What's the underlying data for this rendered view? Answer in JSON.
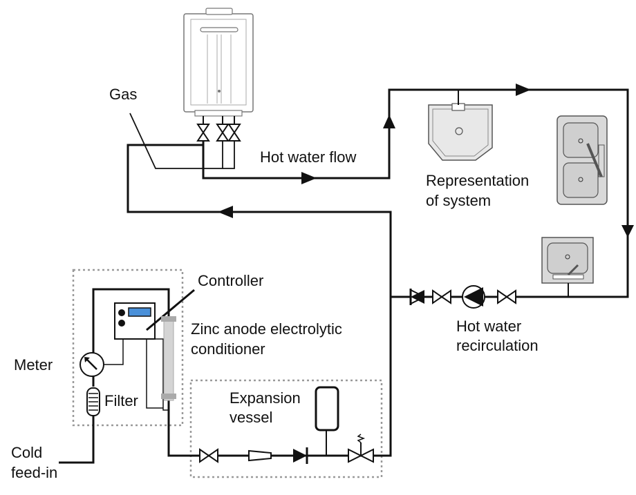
{
  "labels": {
    "gas": "Gas",
    "hot_water_flow": "Hot water flow",
    "representation_line1": "Representation",
    "representation_line2": "of system",
    "controller": "Controller",
    "zinc_line1": "Zinc anode electrolytic",
    "zinc_line2": "conditioner",
    "meter": "Meter",
    "filter": "Filter",
    "expansion_line1": "Expansion",
    "expansion_line2": "vessel",
    "hot_recirc_line1": "Hot water",
    "hot_recirc_line2": "recirculation",
    "cold_line1": "Cold",
    "cold_line2": "feed-in"
  },
  "colors": {
    "pipe": "#111111",
    "dotted_border": "#999999",
    "fixture_fill": "#d9d9d9",
    "display_blue": "#4a90d9",
    "conditioner": "#cccccc"
  }
}
